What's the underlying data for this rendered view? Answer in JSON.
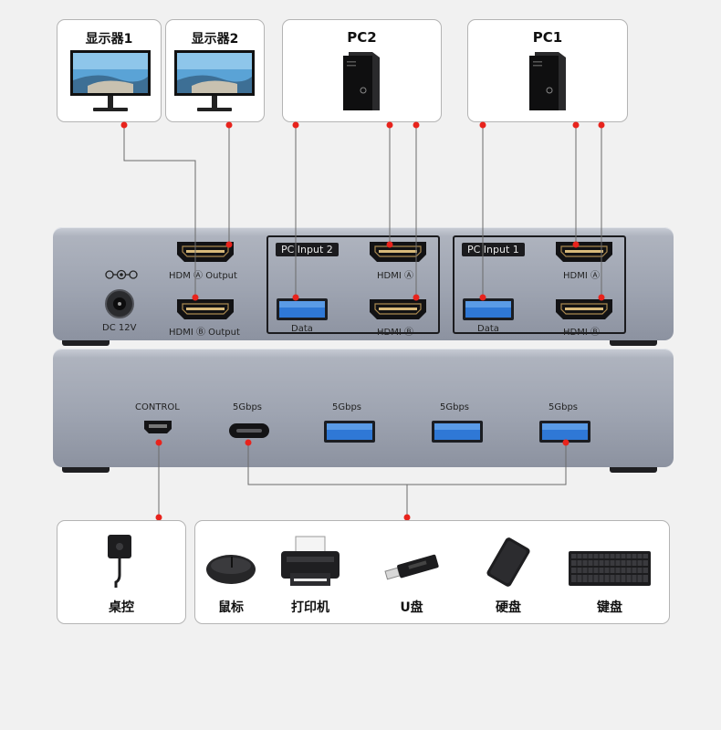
{
  "top_devices": {
    "monitor1": "显示器1",
    "monitor2": "显示器2",
    "pc2": "PC2",
    "pc1": "PC1"
  },
  "switch": {
    "dc": "DC 12V",
    "hdmi_a_out": "HDM Ⓐ Output",
    "hdmi_b_out": "HDMI Ⓑ Output",
    "pc_input_2": "PC Input 2",
    "pc_input_1": "PC Input 1",
    "hdmi_a": "HDMI Ⓐ",
    "hdmi_b": "HDMI Ⓑ",
    "data": "Data",
    "control": "CONTROL",
    "speed": "5Gbps"
  },
  "bottom_devices": {
    "desk_control": "桌控",
    "mouse": "鼠标",
    "printer": "打印机",
    "usb_drive": "U盘",
    "hard_disk": "硬盘",
    "keyboard": "键盘"
  },
  "colors": {
    "dot": "#e8231c",
    "wire": "#6b6b6b",
    "case": "#9ea4b1",
    "port_blue": "#2f78d6"
  }
}
